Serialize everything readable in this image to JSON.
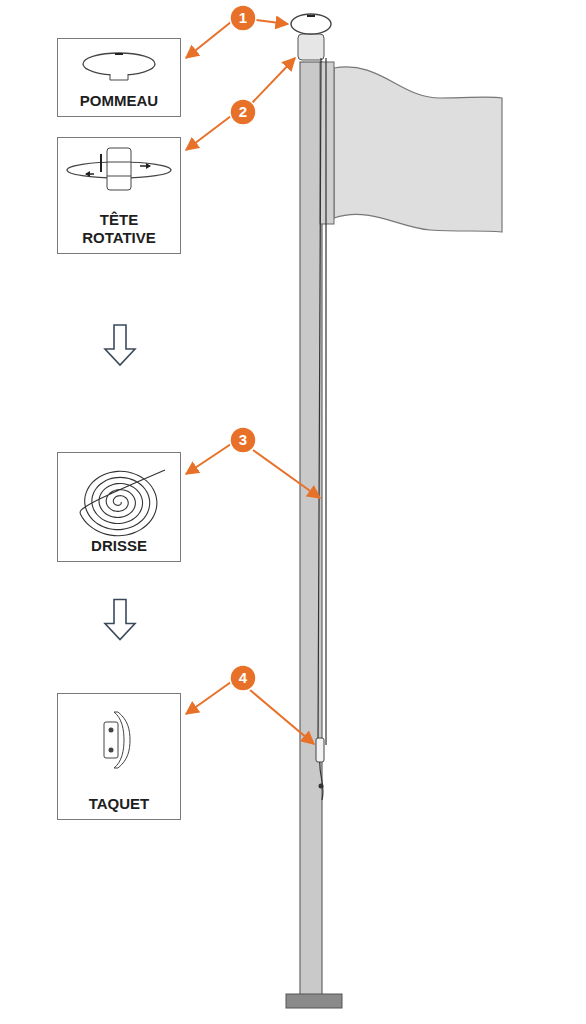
{
  "diagram": {
    "nodes": [
      {
        "text": [
          "POMMEAU"
        ]
      },
      {
        "text": [
          "TÊTE ROTATIVE"
        ]
      },
      {
        "text": [
          "DRISSE"
        ]
      },
      {
        "text": [
          "TAQUET"
        ]
      }
    ],
    "edges": [
      {
        "from": 1,
        "to": 2,
        "arrow": "to"
      },
      {
        "from": 2,
        "to": 3,
        "arrow": "to"
      }
    ],
    "labels": [
      "1",
      "2",
      "3",
      "4"
    ]
  }
}
